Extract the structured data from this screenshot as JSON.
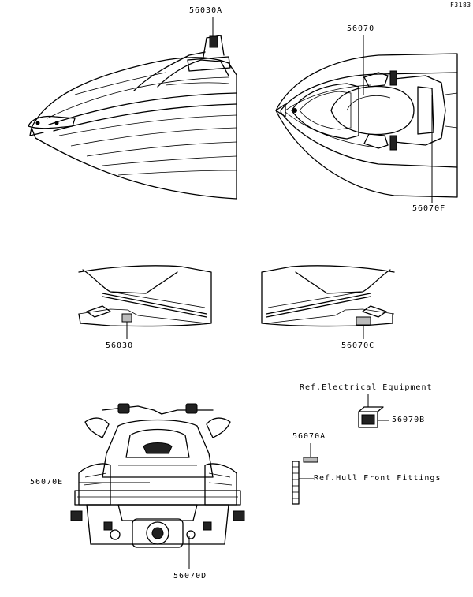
{
  "figure_id": "F3183",
  "parts": {
    "p56030A": "56030A",
    "p56070": "56070",
    "p56070F": "56070F",
    "p56030": "56030",
    "p56070C": "56070C",
    "p56070B": "56070B",
    "p56070A": "56070A",
    "p56070E": "56070E",
    "p56070D": "56070D"
  },
  "references": {
    "electrical": "Ref.Electrical Equipment",
    "hull": "Ref.Hull Front Fittings"
  }
}
